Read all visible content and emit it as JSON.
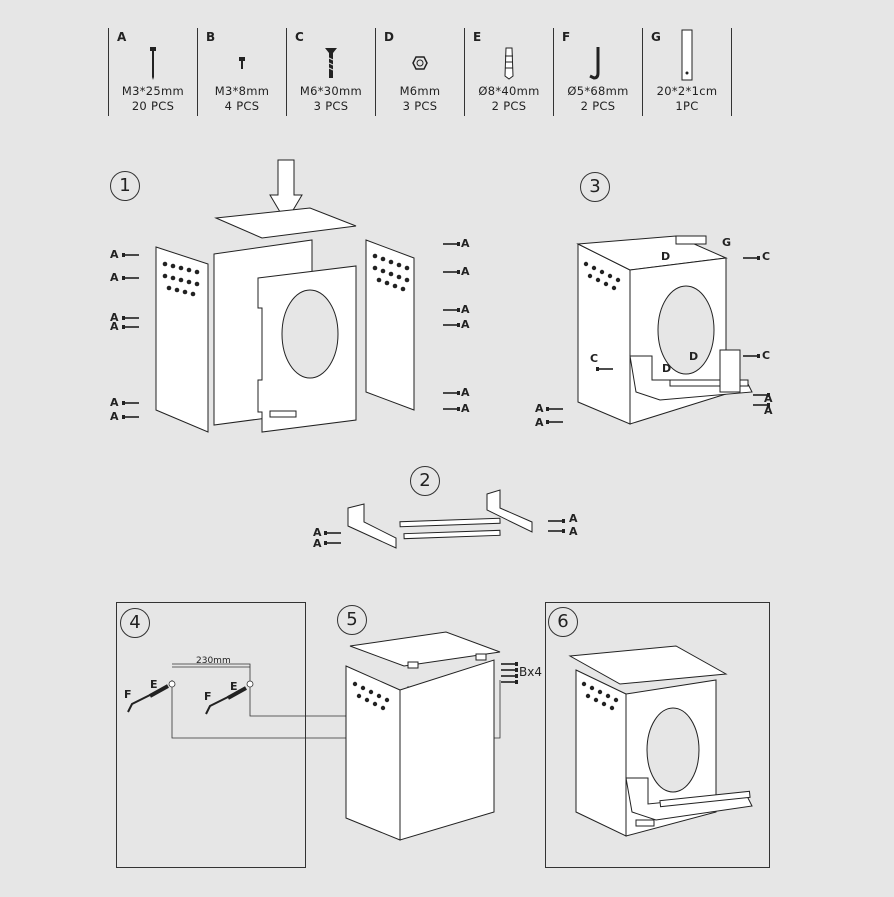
{
  "parts": [
    {
      "letter": "A",
      "size": "M3*25mm",
      "qty": "20 PCS",
      "icon": "long-screw-icon"
    },
    {
      "letter": "B",
      "size": "M3*8mm",
      "qty": "4 PCS",
      "icon": "short-screw-icon"
    },
    {
      "letter": "C",
      "size": "M6*30mm",
      "qty": "3 PCS",
      "icon": "bolt-icon"
    },
    {
      "letter": "D",
      "size": "M6mm",
      "qty": "3 PCS",
      "icon": "nut-icon"
    },
    {
      "letter": "E",
      "size": "Ø8*40mm",
      "qty": "2 PCS",
      "icon": "wall-anchor-icon"
    },
    {
      "letter": "F",
      "size": "Ø5*68mm",
      "qty": "2 PCS",
      "icon": "hook-icon"
    },
    {
      "letter": "G",
      "size": "20*2*1cm",
      "qty": "1PC",
      "icon": "wood-strip-icon"
    }
  ],
  "steps": [
    "1",
    "2",
    "3",
    "4",
    "5",
    "6"
  ],
  "callouts": {
    "a": "A",
    "c": "C",
    "d": "D",
    "g": "G",
    "e": "E",
    "f": "F",
    "bx4": "Bx4"
  },
  "step4": {
    "dimension": "230mm"
  }
}
